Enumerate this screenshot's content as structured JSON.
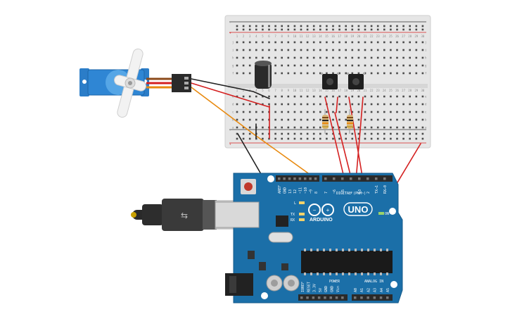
{
  "arduino": {
    "board_name": "UNO",
    "brand": "ARDUINO",
    "digital_label": "DIGITAL (PWM~)",
    "analog_label": "ANALOG IN",
    "power_label": "POWER",
    "on_label": "ON",
    "led_labels": [
      "L",
      "TX",
      "RX"
    ],
    "digital_top_pins": [
      "AREF",
      "GND",
      "13",
      "12",
      "~11",
      "~10",
      "~9",
      "8"
    ],
    "digital_bottom_pins": [
      "7",
      "~6",
      "~5",
      "4",
      "~3",
      "2",
      "TX→1",
      "RX←0"
    ],
    "power_pins": [
      "IOREF",
      "RESET",
      "3.3V",
      "5V",
      "GND",
      "GND",
      "Vin"
    ],
    "analog_pins": [
      "A0",
      "A1",
      "A2",
      "A3",
      "A4",
      "A5"
    ]
  },
  "breadboard": {
    "row_letters_top": [
      "j",
      "i",
      "h",
      "g",
      "f"
    ],
    "row_letters_bottom": [
      "e",
      "d",
      "c",
      "b",
      "a"
    ],
    "rail_signs": [
      "+",
      "-"
    ],
    "column_numbers": [
      "1",
      "2",
      "3",
      "4",
      "5",
      "6",
      "7",
      "8",
      "9",
      "10",
      "11",
      "12",
      "13",
      "14",
      "15",
      "16",
      "17",
      "18",
      "19",
      "20",
      "21",
      "22",
      "23",
      "24",
      "25",
      "26",
      "27",
      "28",
      "29",
      "30"
    ]
  },
  "wire_colors": {
    "red": "#d42020",
    "black": "#222222",
    "orange": "#e88a10"
  }
}
